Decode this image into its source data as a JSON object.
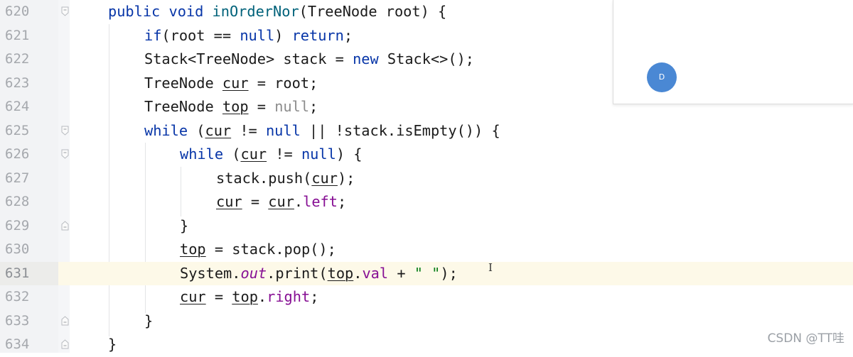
{
  "editor": {
    "line_numbers": [
      "620",
      "621",
      "622",
      "623",
      "624",
      "625",
      "626",
      "627",
      "628",
      "629",
      "630",
      "631",
      "632",
      "633",
      "634"
    ],
    "current_line": "631",
    "code": {
      "l620": {
        "kw1": "public",
        "kw2": "void",
        "fn": "inOrderNor",
        "rest": "(TreeNode root) {"
      },
      "l621": {
        "kw1": "if",
        "a": "(root == ",
        "kw2": "null",
        "b": ") ",
        "kw3": "return",
        "c": ";"
      },
      "l622": {
        "a": "Stack<TreeNode> stack = ",
        "kw": "new",
        "b": " Stack<>();"
      },
      "l623": {
        "a": "TreeNode ",
        "var": "cur",
        "b": " = root;"
      },
      "l624": {
        "a": "TreeNode ",
        "var": "top",
        "b": " = ",
        "grey": "null",
        "c": ";"
      },
      "l625": {
        "kw1": "while",
        "a": " (",
        "var": "cur",
        "b": " != ",
        "kw2": "null",
        "c": " || !stack.isEmpty()) {"
      },
      "l626": {
        "kw1": "while",
        "a": " (",
        "var": "cur",
        "b": " != ",
        "kw2": "null",
        "c": ") {"
      },
      "l627": {
        "a": "stack.push(",
        "var": "cur",
        "b": ");"
      },
      "l628": {
        "var1": "cur",
        "a": " = ",
        "var2": "cur",
        "b": ".",
        "field": "left",
        "c": ";"
      },
      "l629": {
        "a": "}"
      },
      "l630": {
        "var": "top",
        "a": " = stack.pop();"
      },
      "l631": {
        "a": "System.",
        "static": "out",
        "b": ".print(",
        "var": "top",
        "c": ".",
        "field": "val",
        "d": " + ",
        "str": "\" \"",
        "e": ");"
      },
      "l632": {
        "var1": "cur",
        "a": " = ",
        "var2": "top",
        "b": ".",
        "field": "right",
        "c": ";"
      },
      "l633": {
        "a": "}"
      },
      "l634": {
        "a": "}"
      }
    }
  },
  "popup": {
    "avatar_letter": "D"
  },
  "cursor_glyph": "I",
  "watermark": "CSDN @TT哇",
  "colors": {
    "keyword": "#0836a8",
    "method": "#00627a",
    "field": "#871094",
    "string": "#067d17",
    "current_line_bg": "#fdf9e8",
    "avatar_bg": "#4a88d4"
  }
}
